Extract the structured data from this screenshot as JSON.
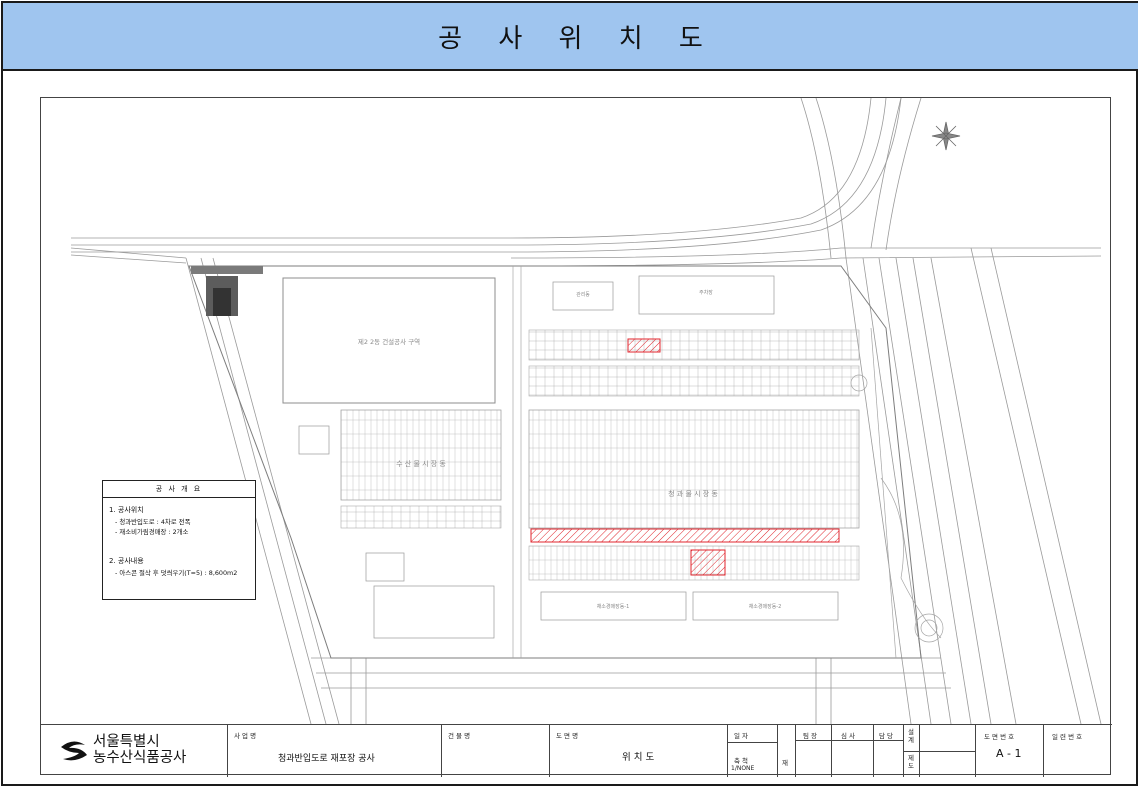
{
  "banner": {
    "title": "공 사 위 치 도"
  },
  "map": {
    "labels": {
      "construction_zone": "제2 2동 건설공사 구역",
      "market_1": "수 산 물 시 장 동",
      "market_2": "청 과 물 시 장 동",
      "wholesale_1": "채소경매장동-1",
      "wholesale_2": "채소경매장동-2",
      "facility_1": "관리동",
      "facility_2": "주차장"
    }
  },
  "overview": {
    "title": "공 사 개 요",
    "section1_heading": "1. 공사위치",
    "section1_items": [
      "- 청과반입도로 : 4차로 전폭",
      "- 재소비가림경매장 : 2개소"
    ],
    "section2_heading": "2. 공사내용",
    "section2_items": [
      "- 아스콘 절삭 후 덧씌우기(T=5) : 8,600m2"
    ]
  },
  "titleblock": {
    "org_line1": "서울특별시",
    "org_line2": "농수산식품공사",
    "project_label": "사 업 명",
    "project_value": "청과반입도로 재포장 공사",
    "building_label": "건 물 명",
    "drawing_label": "도 면 명",
    "drawing_value": "위 치 도",
    "date_label": "일 자",
    "scale_label": "축 척",
    "scale_value": "1/NONE",
    "revision_label": "재",
    "team_label": "팀 장",
    "review_label": "심 사",
    "charge_label": "담 당",
    "design_label": "설\n계",
    "draft_label": "제\n도",
    "drawing_no_label": "도 면 번 호",
    "drawing_no_value": "A - 1",
    "serial_label": "일 련 번 호"
  },
  "colors": {
    "banner": "#9fc5ef",
    "highlight": "#e0262e"
  }
}
